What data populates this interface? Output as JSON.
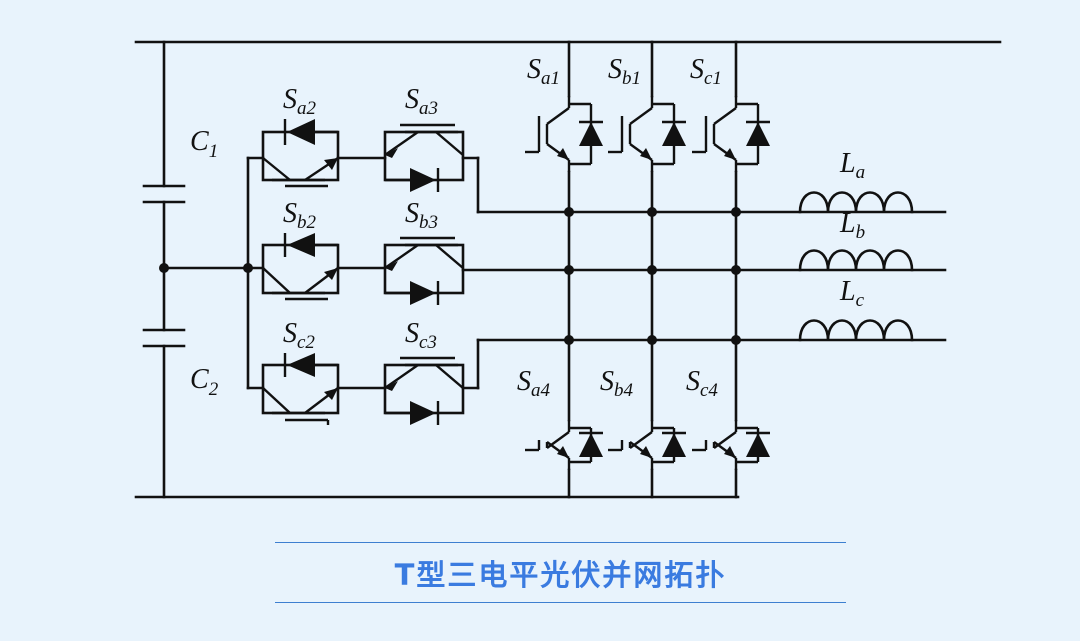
{
  "caption": "T型三电平光伏并网拓扑",
  "capacitors": [
    {
      "main": "C",
      "sub": "1"
    },
    {
      "main": "C",
      "sub": "2"
    }
  ],
  "switches": {
    "a2": {
      "main": "S",
      "sub": "a2"
    },
    "a3": {
      "main": "S",
      "sub": "a3"
    },
    "b2": {
      "main": "S",
      "sub": "b2"
    },
    "b3": {
      "main": "S",
      "sub": "b3"
    },
    "c2": {
      "main": "S",
      "sub": "c2"
    },
    "c3": {
      "main": "S",
      "sub": "c3"
    },
    "a1": {
      "main": "S",
      "sub": "a1"
    },
    "b1": {
      "main": "S",
      "sub": "b1"
    },
    "c1": {
      "main": "S",
      "sub": "c1"
    },
    "a4": {
      "main": "S",
      "sub": "a4"
    },
    "b4": {
      "main": "S",
      "sub": "b4"
    },
    "c4": {
      "main": "S",
      "sub": "c4"
    }
  },
  "inductors": [
    {
      "main": "L",
      "sub": "a"
    },
    {
      "main": "L",
      "sub": "b"
    },
    {
      "main": "L",
      "sub": "c"
    }
  ]
}
